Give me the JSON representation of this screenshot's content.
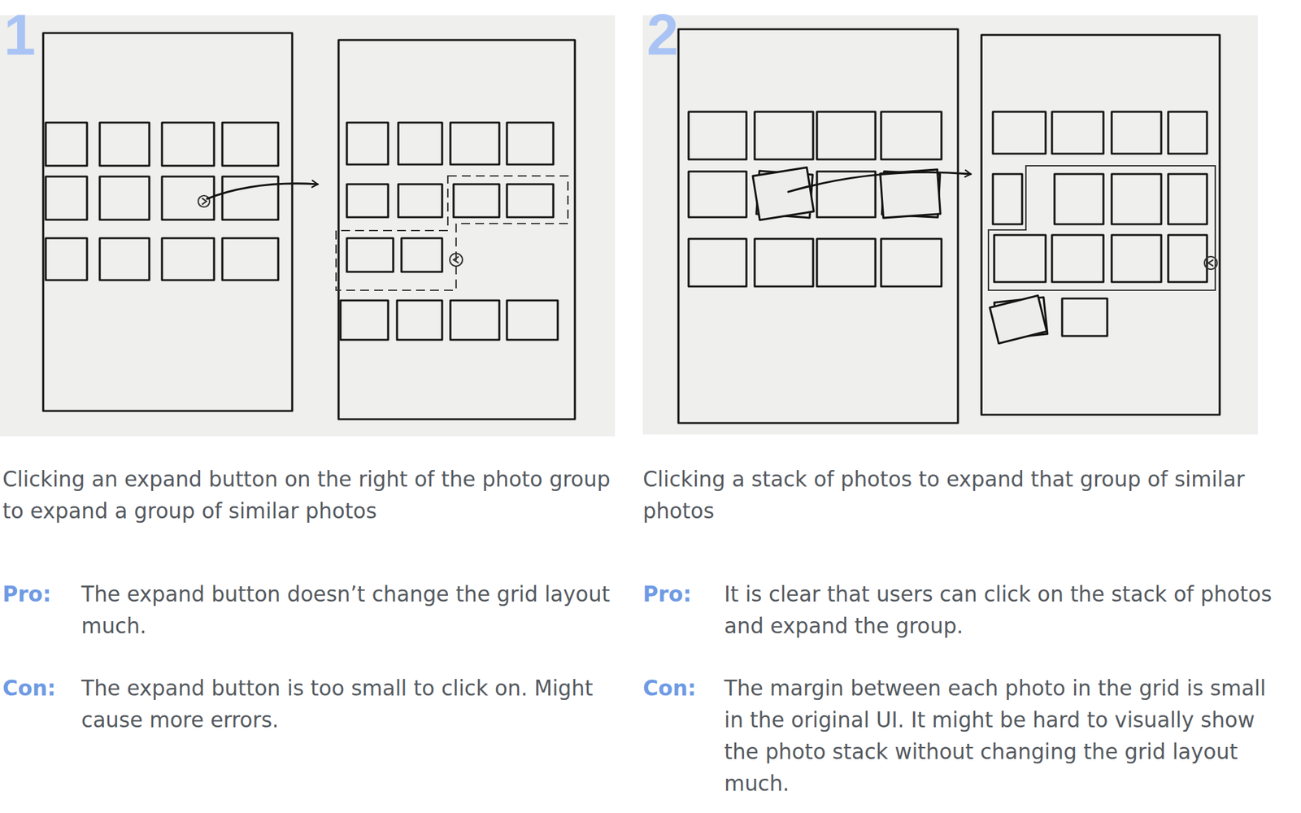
{
  "diagram": {
    "labels": [
      "1",
      "Clicking an expand button on the right of the photo group to expand a group of similar photos",
      "Pro:",
      "The expand button doesn’t change the grid layout much.",
      "Con:",
      "The expand button is too small to click on. Might cause more errors.",
      "2",
      "Clicking a stack of photos to expand that group of similar photos",
      "Pro:",
      "It is clear that users can click on the stack of photos and expand the group.",
      "Con:",
      "The margin between each photo in the grid is small in the original UI. It might be hard to visually show the photo stack without changing the grid layout much."
    ]
  }
}
